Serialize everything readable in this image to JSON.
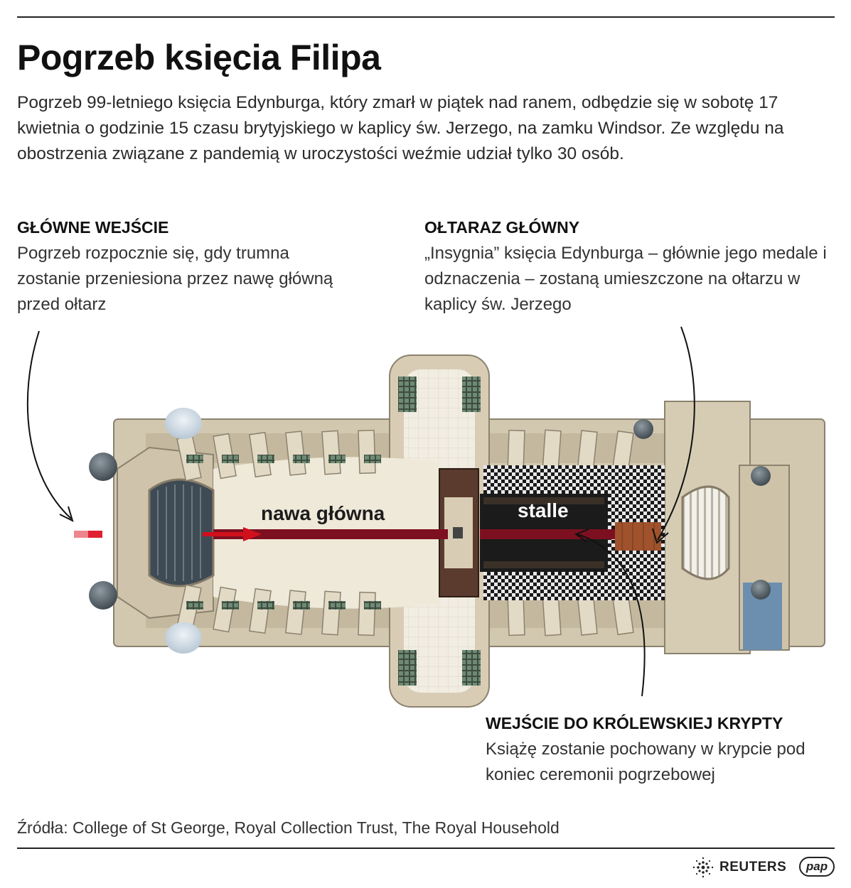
{
  "title": "Pogrzeb księcia Filipa",
  "intro": "Pogrzeb 99-letniego księcia Edynburga, który zmarł w piątek nad ranem, odbędzie się w sobotę 17 kwietnia o godzinie 15 czasu brytyjskiego w kaplicy św. Jerzego, na zamku Windsor. Ze względu na obostrzenia związane z pandemią w uroczystości weźmie udział tylko 30 osób.",
  "callouts": {
    "main_entrance": {
      "heading": "GŁÓWNE WEJŚCIE",
      "text": "Pogrzeb rozpocznie się, gdy trumna zostanie przeniesiona przez nawę główną przed ołtarz"
    },
    "high_altar": {
      "heading": "OŁTARAZ GŁÓWNY",
      "text": "„Insygnia” księcia Edynburga – głównie jego medale i odznaczenia – zostaną umieszczone na ołtarzu w kaplicy św. Jerzego"
    },
    "royal_vault": {
      "heading": "WEJŚCIE DO KRÓLEWSKIEJ KRYPTY",
      "text": "Książę zostanie pochowany w krypcie pod koniec ceremonii pogrzebowej"
    }
  },
  "plan_labels": {
    "nave": "nawa główna",
    "stalls": "stalle"
  },
  "colors": {
    "route": "#7d1020",
    "arrow": "#d0101c",
    "stone": "#d9cfb8",
    "floor": "#efeadc",
    "stalls": "#1b1b1b"
  },
  "sources": "Źródła: College of St George, Royal Collection Trust, The Royal Household",
  "logos": {
    "reuters": "REUTERS",
    "pap": "pap"
  }
}
